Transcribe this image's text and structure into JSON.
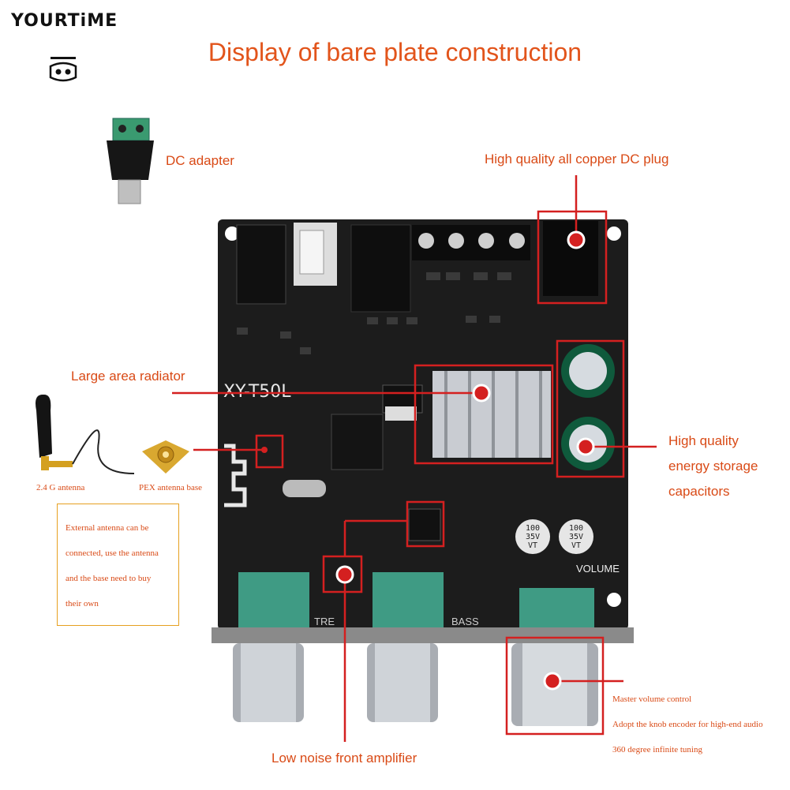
{
  "brand": {
    "name": "YOURTiME"
  },
  "title": "Display of bare plate construction",
  "labels": {
    "dc_adapter": "DC adapter",
    "dc_plug": "High quality all copper DC plug",
    "radiator": "Large area radiator",
    "capacitors_line1": "High quality",
    "capacitors_line2": "energy storage",
    "capacitors_line3": "capacitors",
    "antenna": "2.4 G antenna",
    "antenna_base": "PEX antenna base",
    "preamp": "Low noise front amplifier"
  },
  "antenna_note": {
    "lines": [
      "External antenna can be",
      "connected, use the antenna",
      "and the base need to buy",
      "their own"
    ]
  },
  "volume_note": {
    "lines": [
      "Master volume control",
      "Adopt the knob encoder for high-end audio",
      "360 degree infinite tuning"
    ]
  },
  "board": {
    "model": "XY-T50L",
    "cap_text": [
      "100",
      "35V",
      "VT"
    ],
    "knob_labels": {
      "treble": "TRE",
      "bass": "BASS",
      "volume": "VOLUME"
    }
  },
  "colors": {
    "accent": "#d94a16",
    "highlight": "#d42020",
    "board": "#1c1c1c",
    "note_border": "#e6a020",
    "pot_green": "#3f9b84"
  }
}
